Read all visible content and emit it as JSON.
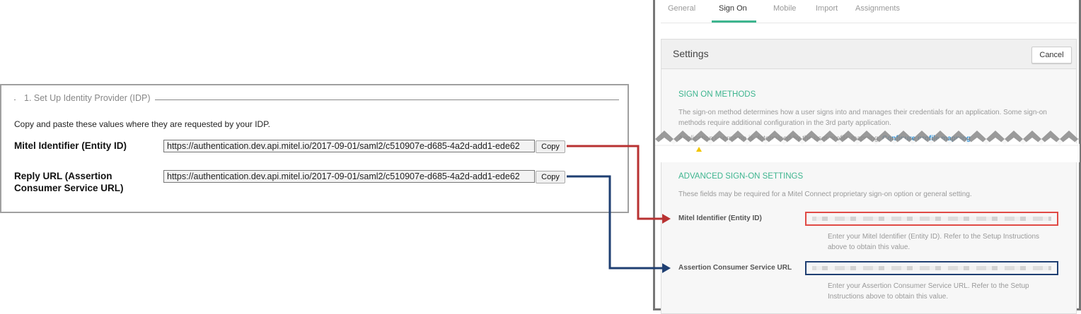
{
  "left_panel": {
    "legend": "1. Set Up Identity Provider (IDP)",
    "intro": "Copy and paste these values where they are requested by your IDP.",
    "rows": [
      {
        "label": "Mitel Identifier (Entity ID)",
        "value": "https://authentication.dev.api.mitel.io/2017-09-01/saml2/c510907e-d685-4a2d-add1-ede62",
        "button": "Copy"
      },
      {
        "label": "Reply URL (Assertion Consumer Service URL)",
        "value": "https://authentication.dev.api.mitel.io/2017-09-01/saml2/c510907e-d685-4a2d-add1-ede62",
        "button": "Copy"
      }
    ]
  },
  "right_panel": {
    "tabs": [
      {
        "label": "General"
      },
      {
        "label": "Sign On",
        "active": true
      },
      {
        "label": "Mobile"
      },
      {
        "label": "Import"
      },
      {
        "label": "Assignments"
      }
    ],
    "settings_title": "Settings",
    "cancel_label": "Cancel",
    "sign_on_methods": {
      "heading": "SIGN ON METHODS",
      "description": "The sign-on method determines how a user signs into and manages their credentials for an application. Some sign-on methods require additional configuration in the 3rd party application.",
      "mapping_text": "Application username is determined by the user profile mapping.",
      "mapping_link": "Configure profile mapping"
    },
    "advanced": {
      "heading": "ADVANCED SIGN-ON SETTINGS",
      "description": "These fields may be required for a Mitel Connect proprietary sign-on option or general setting.",
      "fields": [
        {
          "label": "Mitel Identifier (Entity ID)",
          "help": "Enter your Mitel Identifier (Entity ID). Refer to the Setup Instructions above to obtain this value.",
          "highlight": "#e04a45"
        },
        {
          "label": "Assertion Consumer Service URL",
          "help": "Enter your Assertion Consumer Service URL. Refer to the Setup Instructions above to obtain this value.",
          "highlight": "#1f3f72"
        }
      ]
    }
  },
  "colors": {
    "accent": "#3db58f",
    "arrow_red": "#b83232",
    "arrow_blue": "#1f3f72"
  }
}
